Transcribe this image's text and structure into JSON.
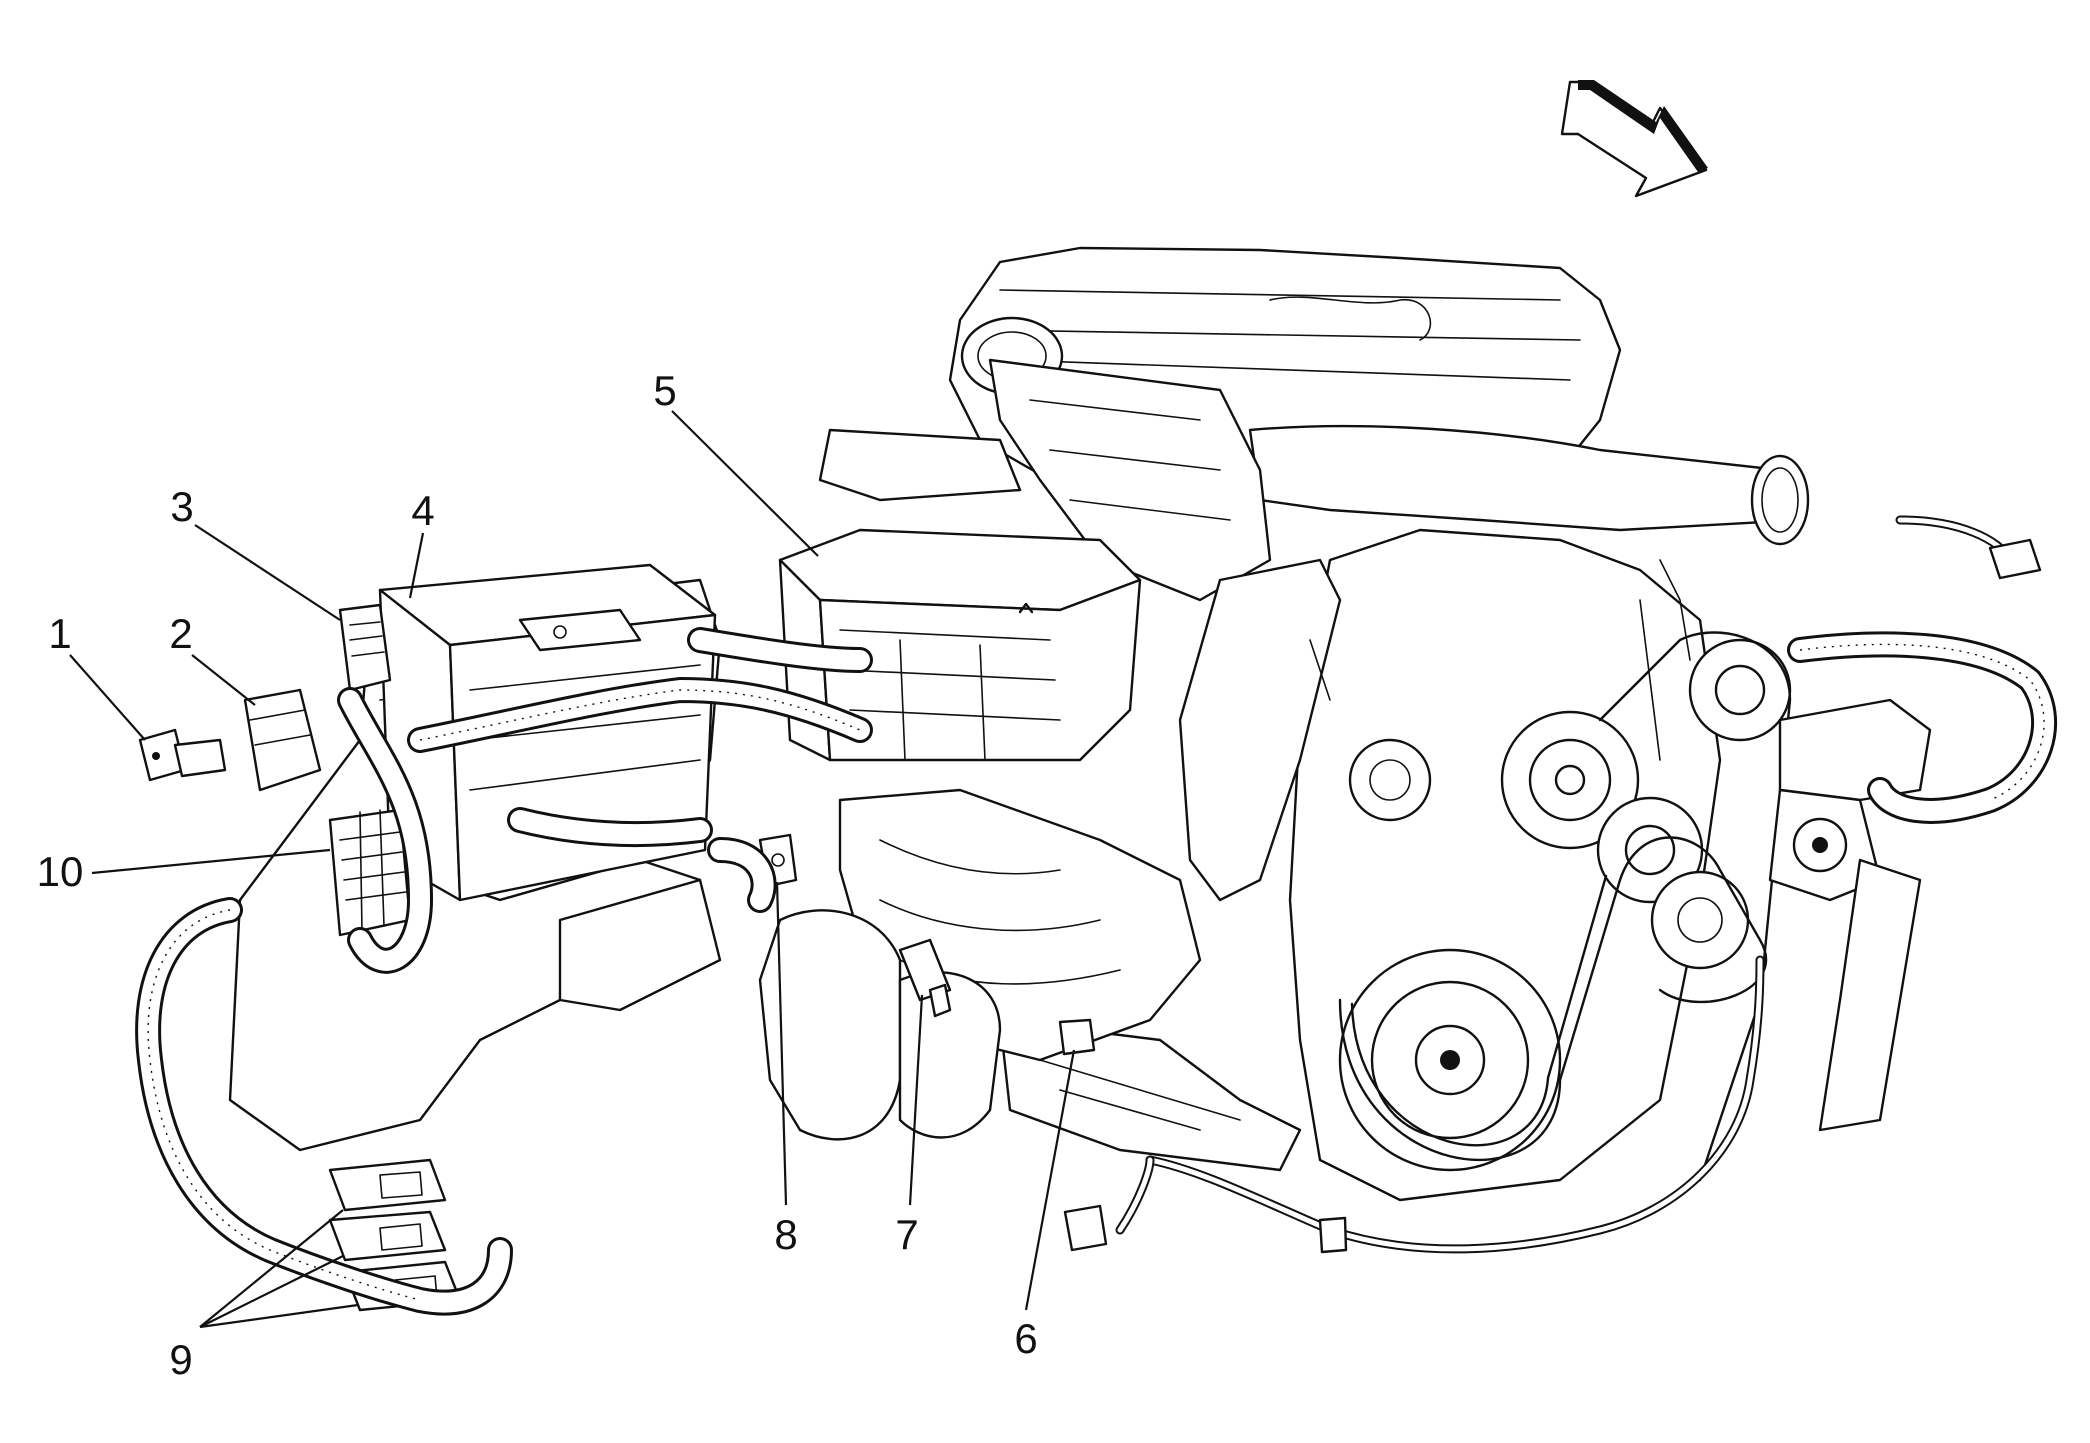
{
  "callouts": [
    {
      "id": "1",
      "text": "1"
    },
    {
      "id": "2",
      "text": "2"
    },
    {
      "id": "3",
      "text": "3"
    },
    {
      "id": "4",
      "text": "4"
    },
    {
      "id": "5",
      "text": "5"
    },
    {
      "id": "6",
      "text": "6"
    },
    {
      "id": "7",
      "text": "7"
    },
    {
      "id": "8",
      "text": "8"
    },
    {
      "id": "9",
      "text": "9"
    },
    {
      "id": "10",
      "text": "10"
    }
  ],
  "icons": {
    "orientation": "front-direction-arrow-icon"
  },
  "colors": {
    "ink": "#111111",
    "background": "#ffffff"
  }
}
